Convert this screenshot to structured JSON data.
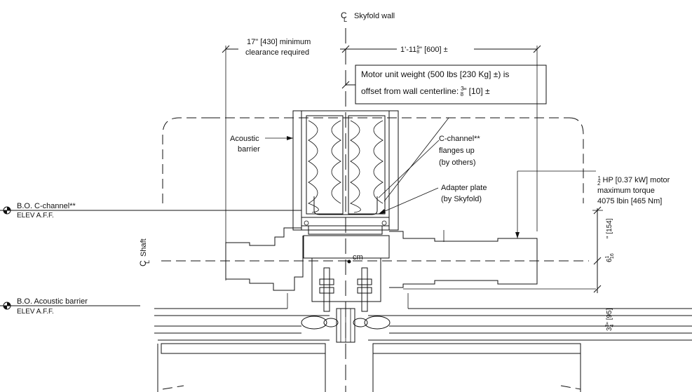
{
  "labels": {
    "wall_centerline": "Skyfold wall",
    "cl_symbol": "C",
    "cl_sub": "L",
    "clearance_line1": "17\" [430] minimum",
    "clearance_line2": "clearance required",
    "offset_dim_a": "1'-11",
    "offset_dim_frac_num": "5",
    "offset_dim_frac_den": "8",
    "offset_dim_b": "\" [600] ±",
    "motor_weight_line1": "Motor unit weight (500 lbs [230 Kg] ±) is",
    "motor_weight_line2a": "offset from wall centerline:",
    "motor_weight_frac_num": "3",
    "motor_weight_frac_den": "8",
    "motor_weight_line2b": "\" [10] ±",
    "acoustic_barrier_1": "Acoustic",
    "acoustic_barrier_2": "barrier",
    "cchannel_1": "C-channel**",
    "cchannel_2": "flanges up",
    "cchannel_3": "(by others)",
    "adapter_1": "Adapter plate",
    "adapter_2": "(by Skyfold)",
    "motor_frac_num": "1",
    "motor_frac_den": "2",
    "motor_1": " HP [0.37 kW] motor",
    "motor_2": "maximum torque",
    "motor_3": "4075 lbin [465 Nm]",
    "bo_cchannel_1": "B.O. C-channel**",
    "bo_cchannel_2": "ELEV A.F.F.",
    "bo_barrier_1": "B.O. Acoustic barrier",
    "bo_barrier_2": "ELEV A.F.F.",
    "shaft": "Shaft",
    "cm": "cm",
    "dim_upper": "6",
    "dim_upper_frac": "1⁄",
    "dim_upper_b": "\" [154]",
    "dim_upper_frac_num": "1",
    "dim_upper_frac_den": "16",
    "dim_lower": "3",
    "dim_lower_frac_num": "3",
    "dim_lower_frac_den": "4",
    "dim_lower_b": "\" [95]"
  }
}
